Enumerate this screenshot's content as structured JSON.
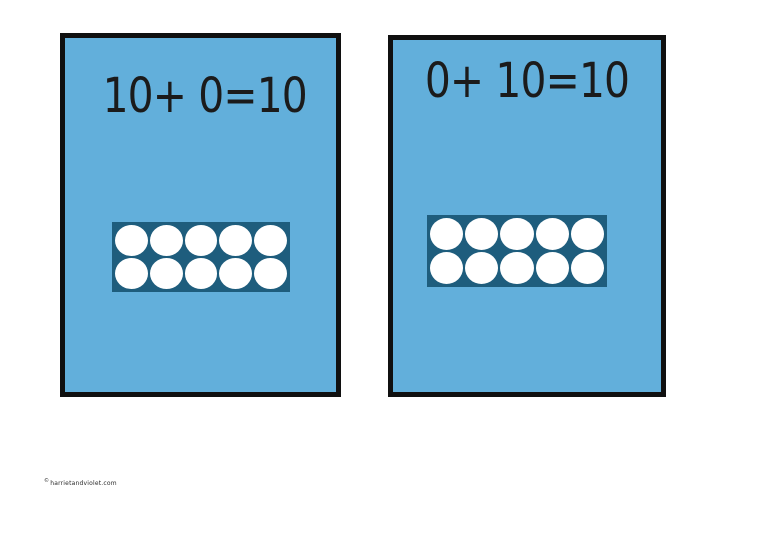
{
  "page": {
    "background": "#ffffff",
    "description": "Number bonds to 10 flashcards with ten-frames"
  },
  "colors": {
    "card_fill": "#62AFDB",
    "card_border": "#101010",
    "frame_fill": "#1E5D7D",
    "dot_fill": "#FFFFFF",
    "equation_text": "#1B1B1B",
    "watermark_text": "#2A2A2A"
  },
  "cards": [
    {
      "equation": "10+ 0=10",
      "ten_frame": {
        "rows": 2,
        "cols": 5,
        "filled": 10,
        "dot_shape": "circle"
      }
    },
    {
      "equation": "0+ 10=10",
      "ten_frame": {
        "rows": 2,
        "cols": 5,
        "filled": 10,
        "dot_shape": "circle"
      }
    }
  ],
  "watermark": {
    "symbol": "©",
    "text": "harrietandviolet.com"
  }
}
